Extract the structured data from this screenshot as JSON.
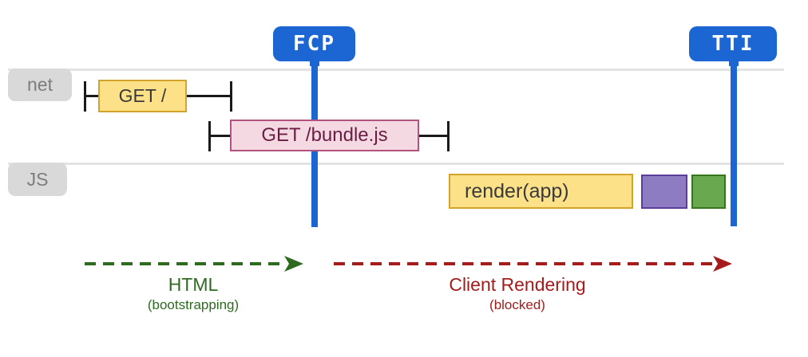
{
  "colors": {
    "marker-blue": "#1b66d2",
    "track-line": "#e3e3e3",
    "label-bg": "#d9d9d9",
    "label-text": "#7d7d7d",
    "bar-yellow": "#fce189",
    "bar-yellow-border": "#d3a42b",
    "bar-pink": "#f4d9e3",
    "bar-pink-border": "#b2537f",
    "bar-pink-text": "#6b1d42",
    "bar-purple": "#8e7cc3",
    "bar-purple-border": "#5b3e99",
    "bar-green": "#6aa84f",
    "bar-green-border": "#38761d",
    "arrow-green": "#2e6b21",
    "arrow-red": "#a51c1c",
    "text-dark": "#3a3a3a",
    "tick-black": "#1a1a1a"
  },
  "markers": {
    "fcp": {
      "label": "FCP"
    },
    "tti": {
      "label": "TTI"
    }
  },
  "tracks": {
    "net": {
      "label": "net"
    },
    "js": {
      "label": "JS"
    }
  },
  "requests": {
    "get_root": {
      "label": "GET /"
    },
    "get_bundle": {
      "label": "GET /bundle.js"
    }
  },
  "js_tasks": {
    "render": {
      "label": "render(app)"
    }
  },
  "phases": {
    "html": {
      "label": "HTML",
      "sublabel": "(bootstrapping)"
    },
    "client_rendering": {
      "label": "Client Rendering",
      "sublabel": "(blocked)"
    }
  }
}
